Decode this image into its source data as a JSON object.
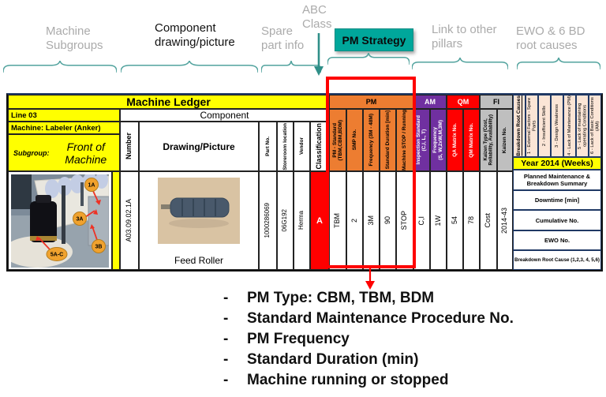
{
  "annotations": {
    "machine_subgroups": "Machine\nSubgroups",
    "component_drawing": "Component\ndrawing/picture",
    "spare_part_info": "Spare\npart info",
    "abc_class": "ABC\nClass",
    "pm_strategy": "PM Strategy",
    "link_pillars": "Link to other\npillars",
    "ewo_root_causes": "EWO & 6 BD\nroot causes"
  },
  "ledger": {
    "title": "Machine Ledger",
    "line": "Line 03",
    "machine": "Machine: Labeler (Anker)",
    "subgroup_label": "Subgroup:",
    "subgroup_value": "Front of Machine",
    "component_header": "Component",
    "component_cols": {
      "number": "Number",
      "drawing": "Drawing/Picture",
      "part_no": "Part No.",
      "storeroom": "Storeroom location",
      "vendor": "Vendor",
      "classification": "Classification"
    },
    "sections": {
      "pm": "PM",
      "am": "AM",
      "qm": "QM",
      "fi": "FI"
    },
    "pm_cols": [
      "PM - Standard\n(TBM,CBM,BDM)",
      "SMP No.",
      "Frequency (3M - 48M)",
      "Standard Duration [min]",
      "Machine STOP / Running"
    ],
    "am_cols": [
      "Inspection Standard\n(C,I, L, T)",
      "Frequency\n(S, W,2xW,M,3M)"
    ],
    "qm_cols": [
      "QA Matrix No.",
      "QM Matrix No."
    ],
    "fi_cols": [
      "Kaizen Type (Cost,\nReliability, Availability)",
      "Kaizen No."
    ],
    "root_causes": {
      "header": "Breakdown Root Causes",
      "items": [
        "1 - External Factors - Spare Parts",
        "2 - Insufficient Skills",
        "3 - Design Weakness",
        "4 - Lack of Maintenance (PM)",
        "5 - Lack of maintaining operating Conditions",
        "6 - Lack of Basic Conditions (AM)"
      ]
    },
    "year_header": "Year 2014 (Weeks)",
    "week_rows": [
      "Planned Maintenance & Breakdown Summary",
      "Downtime [min]",
      "Cumulative No.",
      "EWO No.",
      "Breakdown Root Cause (1,2,3, 4, 5,6)"
    ],
    "row": {
      "number": "A03.09.02.1A",
      "drawing_caption": "Feed Roller",
      "part_no": "1000286069",
      "storeroom": "06G192",
      "vendor": "Herma",
      "classification": "A",
      "pm": [
        "TBM",
        "2",
        "3M",
        "90",
        "STOP"
      ],
      "am": [
        "C,I",
        "1W"
      ],
      "qm": [
        "54",
        "78"
      ],
      "fi": [
        "Cost",
        "2014-43"
      ]
    },
    "photo_callouts": [
      "1A",
      "3A",
      "3B",
      "5A-C"
    ]
  },
  "bullets": {
    "marker": "-",
    "items": [
      "PM Type: CBM, TBM, BDM",
      "Standard Maintenance Procedure No.",
      "PM Frequency",
      "Standard Duration (min)",
      "Machine running or stopped"
    ]
  },
  "colors": {
    "accent_teal": "#00A79B",
    "brace_teal": "#52A39E",
    "annotation_red": "#FF0000",
    "pm_orange": "#ED7D31",
    "am_purple": "#7030A0",
    "qm_red": "#FF0000",
    "fi_gray": "#BFBFBF",
    "highlight_yellow": "#FFFF00",
    "root_cause_cream": "#FBE5D6"
  }
}
